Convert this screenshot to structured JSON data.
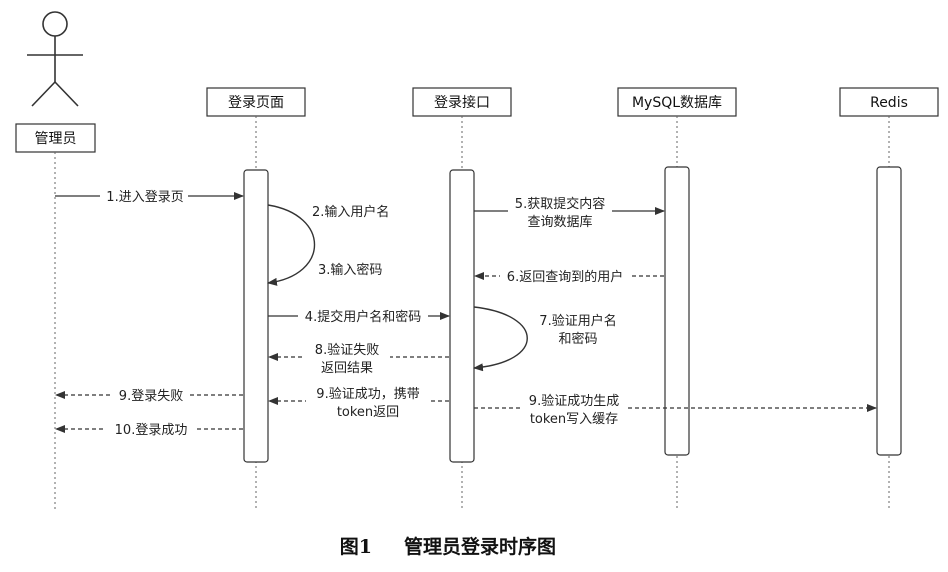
{
  "participants": {
    "actor": {
      "label": "管理员"
    },
    "login_page": {
      "label": "登录页面"
    },
    "login_api": {
      "label": "登录接口"
    },
    "mysql": {
      "label": "MySQL数据库"
    },
    "redis": {
      "label": "Redis"
    }
  },
  "messages": {
    "m1": "1.进入登录页",
    "m2": "2.输入用户名",
    "m3": "3.输入密码",
    "m4": "4.提交用户名和密码",
    "m5_line1": "5.获取提交内容",
    "m5_line2": "查询数据库",
    "m6": "6.返回查询到的用户",
    "m7_line1": "7.验证用户名",
    "m7_line2": "和密码",
    "m8_line1": "8.验证失败",
    "m8_line2": "返回结果",
    "m9a": "9.登录失败",
    "m9b_line1": "9.验证成功，携带",
    "m9b_line2": "token返回",
    "m9c_line1": "9.验证成功生成",
    "m9c_line2": "token写入缓存",
    "m10": "10.登录成功"
  },
  "caption": {
    "figure_no": "图1",
    "title": "管理员登录时序图"
  }
}
